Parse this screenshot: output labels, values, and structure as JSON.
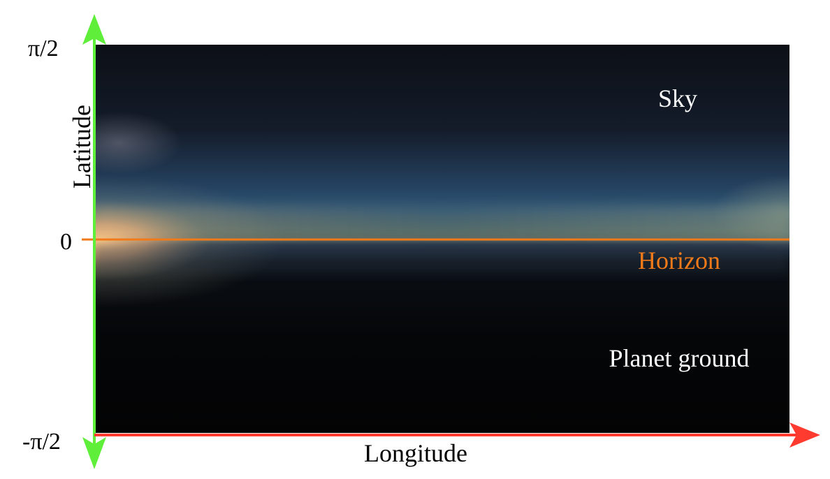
{
  "labels": {
    "lat_top": "π/2",
    "lat_zero": "0",
    "lat_bottom": "-π/2",
    "y_axis": "Latitude",
    "x_axis": "Longitude",
    "sky": "Sky",
    "horizon": "Horizon",
    "ground": "Planet ground"
  },
  "colors": {
    "y_axis_arrow": "#5fef3a",
    "x_axis_arrow": "#ff3b30",
    "horizon_line": "#f07a1a",
    "horizon_label": "#f07a1a",
    "region_label": "#ffffff",
    "sky_top": "#0d1017",
    "sky_blue": "#2e4f6e",
    "horizon_glow": "#ffc98a",
    "ground": "#050607"
  }
}
